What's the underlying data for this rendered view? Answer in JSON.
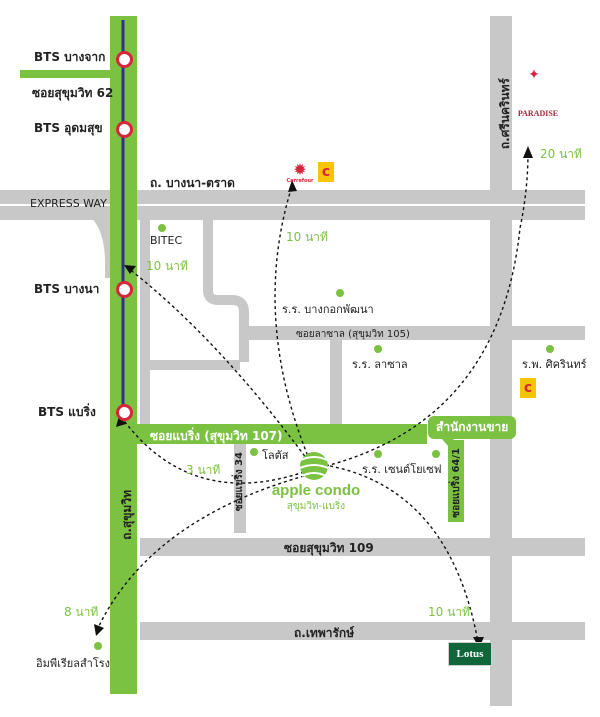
{
  "stations": {
    "bangchak": "BTS บางจาก",
    "udomsuk": "BTS อุดมสุข",
    "bangna": "BTS บางนา",
    "bearing": "BTS แบริ่ง"
  },
  "roads": {
    "soi62": "ซอยสุขุมวิท 62",
    "bangna_trat": "ถ. บางนา-ตราด",
    "expressway": "EXPRESS WAY",
    "srinakarin": "ถ.ศรีนครินทร์",
    "sukhumvit": "ถ.สุขุมวิท",
    "lasalle": "ซอยลาซาล (สุขุมวิท 105)",
    "bearing107": "ซอยแบริ่ง (สุขุมวิท 107)",
    "bearing34": "ซอยแบริ่ง 34",
    "bearing64": "ซอยแบริ่ง 64/1",
    "soi109": "ซอยสุขุมวิท 109",
    "thepharak": "ถ.เทพารักษ์"
  },
  "places": {
    "bitec": "BITEC",
    "bangkok_patana": "ร.ร. บางกอกพัฒนา",
    "lasalle_school": "ร.ร. ลาซาล",
    "srikarin_hospital": "ร.พ. ศิครินทร์",
    "lotus_store": "โลตัส",
    "st_joseph": "ร.ร. เซนต์โยเซฟ",
    "imperial": "อิมพีเรียลสำโรง"
  },
  "office_label": "สำนักงานขาย",
  "logo": {
    "name": "apple condo",
    "sub": "สุขุมวิท-แบริ่ง"
  },
  "times": {
    "t_bangna": "10 นาที",
    "t_carrefour": "10 นาที",
    "t_paradise": "20 นาที",
    "t_bearing": "3 นาที",
    "t_imperial": "8 นาที",
    "t_lotus": "10 นาที"
  },
  "brands": {
    "carrefour": "Carrefour",
    "paradise": "PARADISE",
    "lotus": "Lotus"
  },
  "colors": {
    "green": "#7cc242",
    "road": "#c8c8c8",
    "bts_line": "#2e3192",
    "station": "#d6263b"
  }
}
